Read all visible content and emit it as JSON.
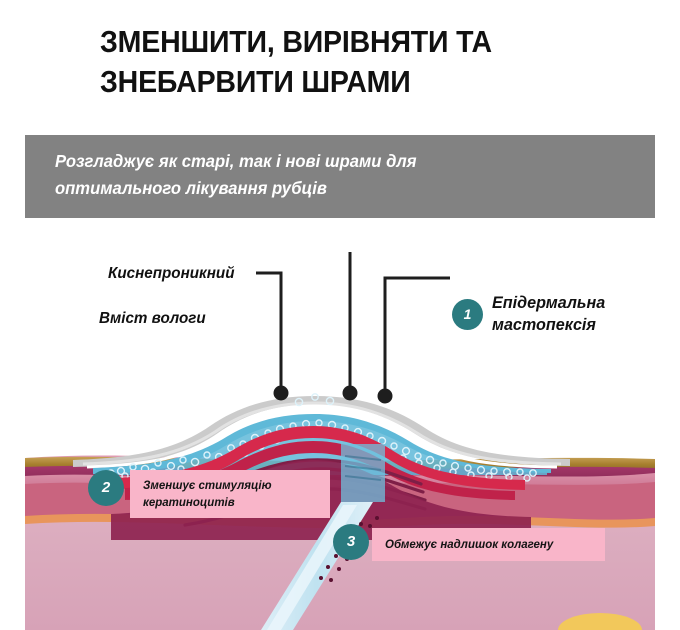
{
  "header": {
    "title_lines": [
      "ЗМЕНШИТИ, ВИРІВНЯТИ ТА",
      "ЗНЕБАРВИТИ ШРАМИ"
    ],
    "title_color": "#111111"
  },
  "subtitle": {
    "bar_color": "#828282",
    "text_color": "#ffffff",
    "lines": [
      "Розгладжує як старі, так і нові шрами для",
      "оптимального лікування рубців"
    ]
  },
  "illustration": {
    "labels": [
      {
        "id": "oxygen",
        "text": "Киснепроникний"
      },
      {
        "id": "moisture",
        "text": "Вміст вологи"
      }
    ],
    "epidermal_label_lines": [
      "Епідермальна",
      "мастопексія"
    ],
    "badges": [
      {
        "number": "1",
        "color": "#2B7B80"
      },
      {
        "number": "2",
        "color": "#2B7B80"
      },
      {
        "number": "3",
        "color": "#2B7B80"
      }
    ],
    "callouts": [
      {
        "number": "2",
        "box_color": "#F9B5C9",
        "lines": [
          "Зменшує стимуляцію",
          "кератиноцитів"
        ]
      },
      {
        "number": "3",
        "box_color": "#F9B5C9",
        "lines": [
          "Обмежує надлишок колагену"
        ]
      }
    ],
    "skin_layers": [
      {
        "name": "epidermis-gold",
        "color": "#B08A3E"
      },
      {
        "name": "dermis-dark-magenta",
        "color": "#9B3265"
      },
      {
        "name": "dermis-pink",
        "color": "#DB8FA8"
      },
      {
        "name": "dermis-deep-rose",
        "color": "#C9647F"
      },
      {
        "name": "orange-band",
        "color": "#E8955C"
      },
      {
        "name": "hypodermis-light-pink",
        "color": "#D9A7BC"
      }
    ],
    "scar_colors": {
      "sheet_gray": "#C9C9C9",
      "bubble_blue": "#5FB9D8",
      "scar_crimson": "#D6294C",
      "scar_dark": "#8E2350",
      "channel_blue": "#C7E6F2",
      "fat_yellow": "#F2C85B"
    }
  }
}
